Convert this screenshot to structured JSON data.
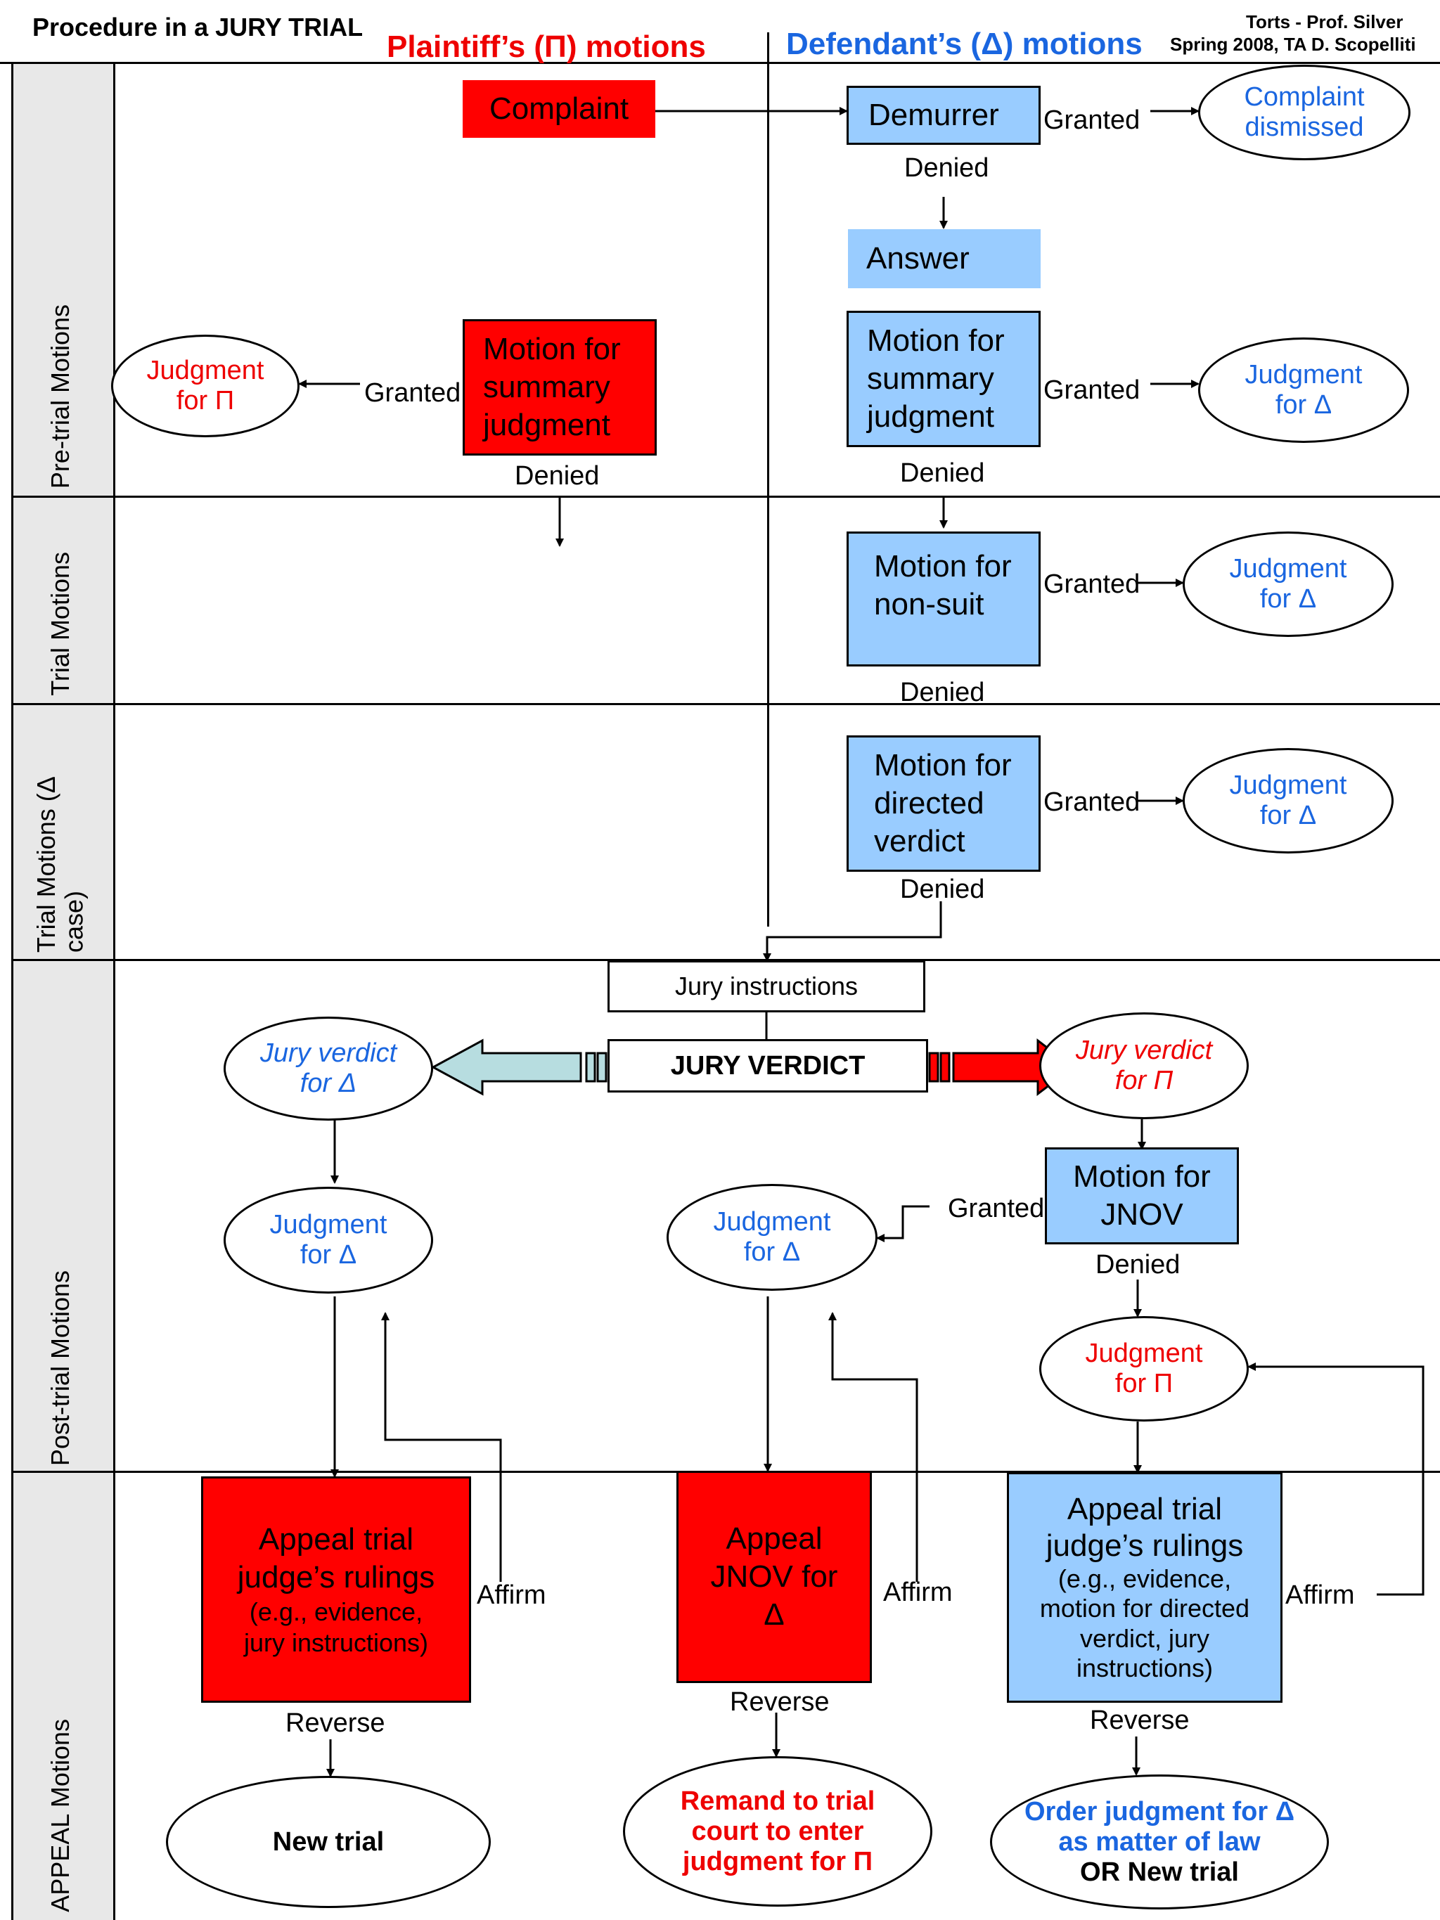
{
  "header": {
    "title": "Procedure in a JURY TRIAL",
    "plaintiff_heading": "Plaintiff’s (Π) motions",
    "defendant_heading": "Defendant’s (Δ) motions",
    "course_line1": "Torts - Prof. Silver",
    "course_line2": "Spring 2008, TA D. Scopelliti"
  },
  "lanes": [
    {
      "label": "Pre-trial Motions"
    },
    {
      "label": "Trial Motions"
    },
    {
      "label": "Trial Motions (Δ case)"
    },
    {
      "label": "Post-trial Motions"
    },
    {
      "label": "APPEAL Motions"
    }
  ],
  "nodes": {
    "complaint": "Complaint",
    "demurrer": "Demurrer",
    "complaint_dismissed": [
      "Complaint",
      "dismissed"
    ],
    "answer": "Answer",
    "p_msj": [
      "Motion for",
      "summary",
      "judgment"
    ],
    "d_msj": [
      "Motion for",
      "summary",
      "judgment"
    ],
    "judgment_p_1": [
      "Judgment",
      "for Π"
    ],
    "judgment_d_1": [
      "Judgment",
      "for Δ"
    ],
    "nonsuit": [
      "Motion for",
      "non-suit"
    ],
    "judgment_d_2": [
      "Judgment",
      "for Δ"
    ],
    "directed_verdict": [
      "Motion for",
      "directed",
      "verdict"
    ],
    "judgment_d_3": [
      "Judgment",
      "for Δ"
    ],
    "jury_instructions": "Jury instructions",
    "jury_verdict": "JURY VERDICT",
    "jury_verdict_d": [
      "Jury verdict",
      "for Δ"
    ],
    "jury_verdict_p": [
      "Jury verdict",
      "for Π"
    ],
    "judgment_d_4": [
      "Judgment",
      "for Δ"
    ],
    "judgment_d_5": [
      "Judgment",
      "for Δ"
    ],
    "jnov": [
      "Motion for",
      "JNOV"
    ],
    "judgment_p_2": [
      "Judgment",
      "for Π"
    ],
    "appeal_left": [
      "Appeal trial",
      "judge’s rulings",
      "(e.g., evidence,",
      "jury instructions)"
    ],
    "appeal_mid": [
      "Appeal",
      "JNOV for",
      "Δ"
    ],
    "appeal_right": [
      "Appeal trial",
      "judge’s rulings",
      "(e.g., evidence,",
      "motion for directed",
      "verdict, jury",
      "instructions)"
    ],
    "new_trial": "New trial",
    "remand": [
      "Remand to trial",
      "court to enter",
      "judgment for Π"
    ],
    "order_judgment": [
      "Order judgment for Δ",
      "as matter of law",
      "OR New trial"
    ]
  },
  "edge_labels": {
    "granted": "Granted",
    "denied": "Denied",
    "affirm": "Affirm",
    "reverse": "Reverse"
  },
  "colors": {
    "plaintiff_red": "#ff0000",
    "defendant_blue": "#99ccff",
    "text_red": "#ee0000",
    "text_blue": "#1a66e0",
    "lane_gray": "#e6e6e6"
  }
}
